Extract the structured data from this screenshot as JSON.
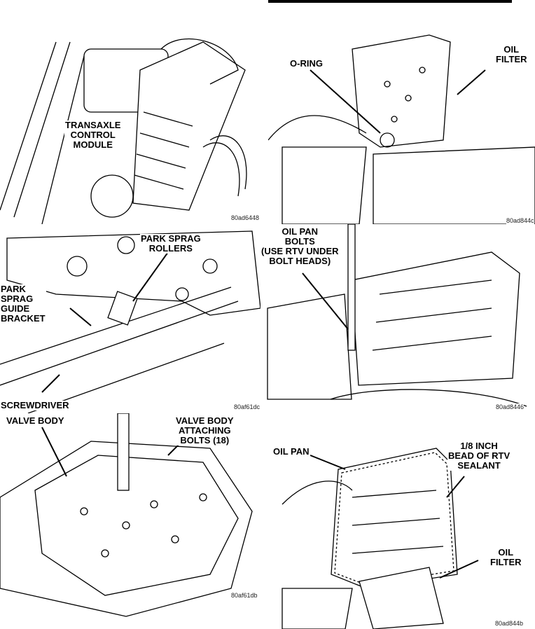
{
  "figures": [
    {
      "id": "tcm",
      "labels": [
        "TRANSAXLE\nCONTROL\nMODULE"
      ],
      "code": "80ad6448"
    },
    {
      "id": "park-sprag",
      "labels": [
        "PARK SPRAG\nROLLERS",
        "PARK\nSPRAG\nGUIDE\nBRACKET",
        "SCREWDRIVER"
      ],
      "code": "80af61dc"
    },
    {
      "id": "valve-body",
      "labels": [
        "VALVE BODY",
        "VALVE BODY\nATTACHING\nBOLTS (18)"
      ],
      "code": "80af61db"
    },
    {
      "id": "oil-filter",
      "labels": [
        "O-RING",
        "OIL\nFILTER"
      ],
      "code": "80ad844c"
    },
    {
      "id": "oil-pan-bolts",
      "labels": [
        "OIL PAN\nBOLTS\n(USE RTV UNDER\nBOLT HEADS)"
      ],
      "code": "80ad8446"
    },
    {
      "id": "oil-pan-rtv",
      "labels": [
        "OIL PAN",
        "1/8 INCH\nBEAD OF RTV\nSEALANT",
        "OIL\nFILTER"
      ],
      "code": "80ad844b"
    }
  ]
}
